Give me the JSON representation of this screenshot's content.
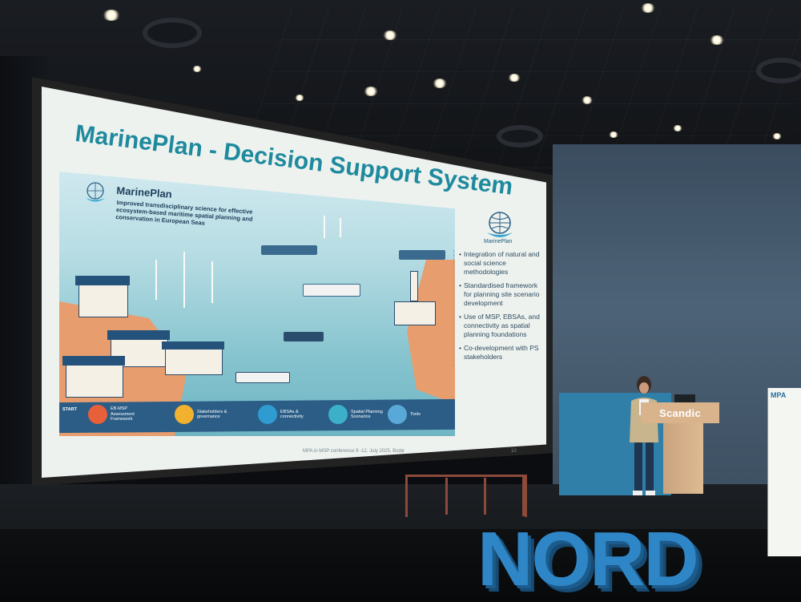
{
  "slide": {
    "title": "MarinePlan  - Decision Support System",
    "logo_label": "MarinePlan",
    "inner_logo_label": "MarinePlan",
    "subtitle": "MarinePlan",
    "description": "Improved transdisciplinary science for effective ecosystem-based maritime spatial planning and conservation in European Seas",
    "steps": [
      {
        "label": "EB-MSP Assessment Framework",
        "color": "#e8603a"
      },
      {
        "label": "Stakeholders & governance",
        "color": "#f2b230"
      },
      {
        "label": "EBSAs & connectivity",
        "color": "#2f9bd1"
      },
      {
        "label": "Spatial Planning Scenarios",
        "color": "#3cb0c9"
      },
      {
        "label": "Tools",
        "color": "#5aa8d8"
      }
    ],
    "start_label": "START",
    "bullets": [
      "Integration of natural and social science methodologies",
      "Standardised framework for planning site scenario development",
      "Use of MSP, EBSAs, and connectivity as spatial planning foundations",
      "Co-development with PS stakeholders"
    ],
    "footer": "MPA in MSP conference 9 -12. July 2025, Bodø",
    "page_number": "10"
  },
  "stage": {
    "podium_label": "Scandic",
    "floor_letters": "NORD",
    "banner_title": "MPA"
  },
  "colors": {
    "slide_title": "#1f8a9e",
    "podium_panel": "#2f7fa8",
    "nord_letters": "#2f86c7"
  }
}
